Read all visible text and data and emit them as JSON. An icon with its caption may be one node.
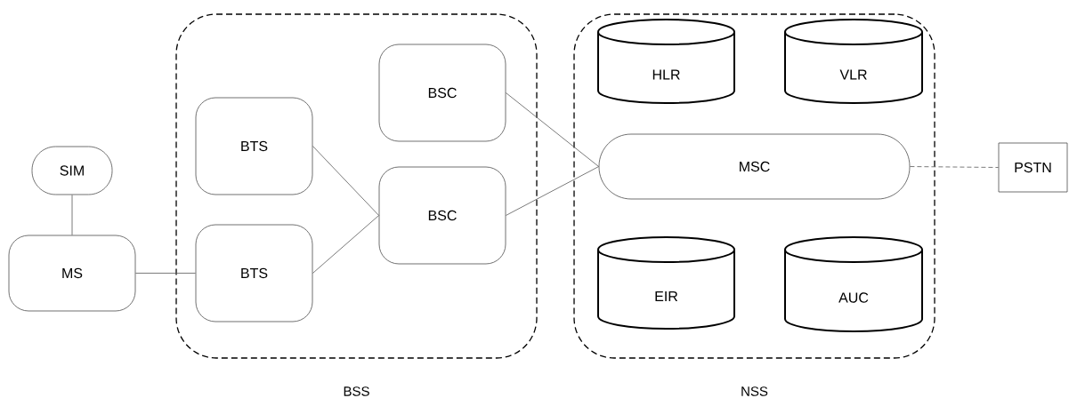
{
  "diagram": {
    "nodes": [
      {
        "text": [
          "SIM"
        ]
      },
      {
        "text": [
          "MS"
        ]
      },
      {
        "text": [
          "BSS"
        ]
      },
      {
        "text": [
          "BTS"
        ],
        "in": 2
      },
      {
        "text": [
          "BTS"
        ],
        "in": 2
      },
      {
        "text": [
          "BSC"
        ],
        "in": 2
      },
      {
        "text": [
          "BSC"
        ],
        "in": 2
      },
      {
        "text": [
          "NSS"
        ]
      },
      {
        "text": [
          "HLR"
        ],
        "in": 7
      },
      {
        "text": [
          "VLR"
        ],
        "in": 7
      },
      {
        "text": [
          "MSC"
        ],
        "in": 7
      },
      {
        "text": [
          "EIR"
        ],
        "in": 7
      },
      {
        "text": [
          "AUC"
        ],
        "in": 7
      },
      {
        "text": [
          "PSTN"
        ]
      }
    ],
    "edges": [
      {
        "from": 0,
        "to": 1,
        "arrow": "none"
      },
      {
        "from": 1,
        "to": 4,
        "arrow": "none"
      },
      {
        "from": 3,
        "to": 6,
        "arrow": "none"
      },
      {
        "from": 4,
        "to": 6,
        "arrow": "none"
      },
      {
        "from": 5,
        "to": 10,
        "arrow": "none"
      },
      {
        "from": 6,
        "to": 10,
        "arrow": "none"
      },
      {
        "from": 10,
        "to": 13,
        "arrow": "none",
        "style": "dashed"
      }
    ]
  }
}
